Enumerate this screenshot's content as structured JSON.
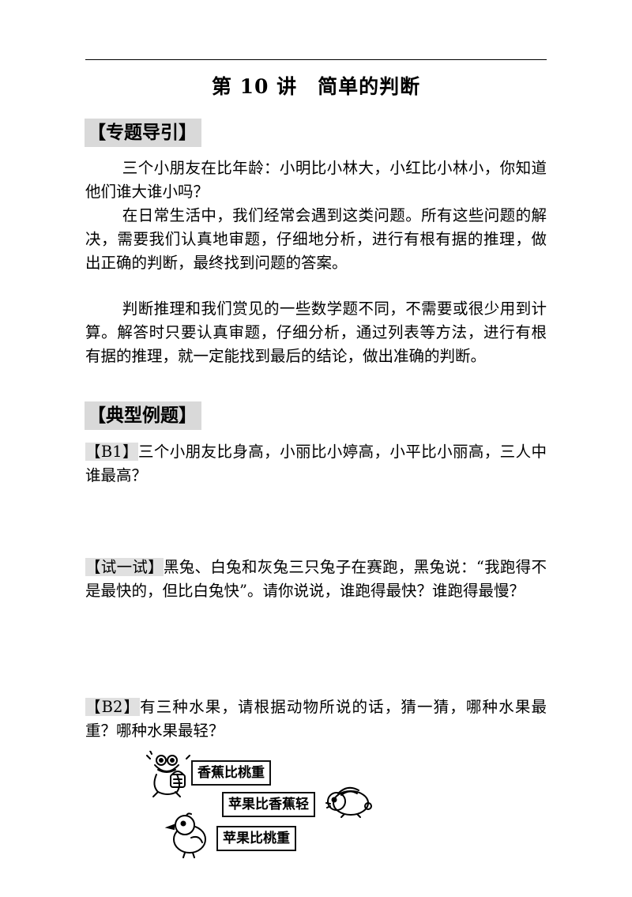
{
  "title": "第 10 讲　简单的判断",
  "sections": {
    "intro": "【专题导引】",
    "examples": "【典型例题】"
  },
  "intro_paragraphs": [
    "三个小朋友在比年龄：小明比小林大，小红比小林小，你知道他们谁大谁小吗？",
    "在日常生活中，我们经常会遇到这类问题。所有这些问题的解决，需要我们认真地审题，仔细地分析，进行有根有据的推理，做出正确的判断，最终找到问题的答案。",
    "判断推理和我们赏见的一些数学题不同，不需要或很少用到计算。解答时只要认真审题，仔细分析，通过列表等方法，进行有根有据的推理，就一定能找到最后的结论，做出准确的判断。"
  ],
  "problems": [
    {
      "tag": "【B1】",
      "text": "三个小朋友比身高，小丽比小婷高，小平比小丽高，三人中谁最高？"
    },
    {
      "tag": "【试一试】",
      "text": "黑兔、白兔和灰兔三只兔子在赛跑，黑兔说：“我跑得不是最快的，但比白兔快”。请你说说，谁跑得最快？谁跑得最慢？"
    },
    {
      "tag": "【B2】",
      "text": "有三种水果，请根据动物所说的话，猜一猜，哪种水果最重？哪种水果最轻？"
    }
  ],
  "speech": [
    {
      "animal": "frog-icon",
      "text": "香蕉比桃重"
    },
    {
      "animal": "rabbit-icon",
      "text": "苹果比香蕉轻"
    },
    {
      "animal": "chick-icon",
      "text": "苹果比桃重"
    }
  ]
}
